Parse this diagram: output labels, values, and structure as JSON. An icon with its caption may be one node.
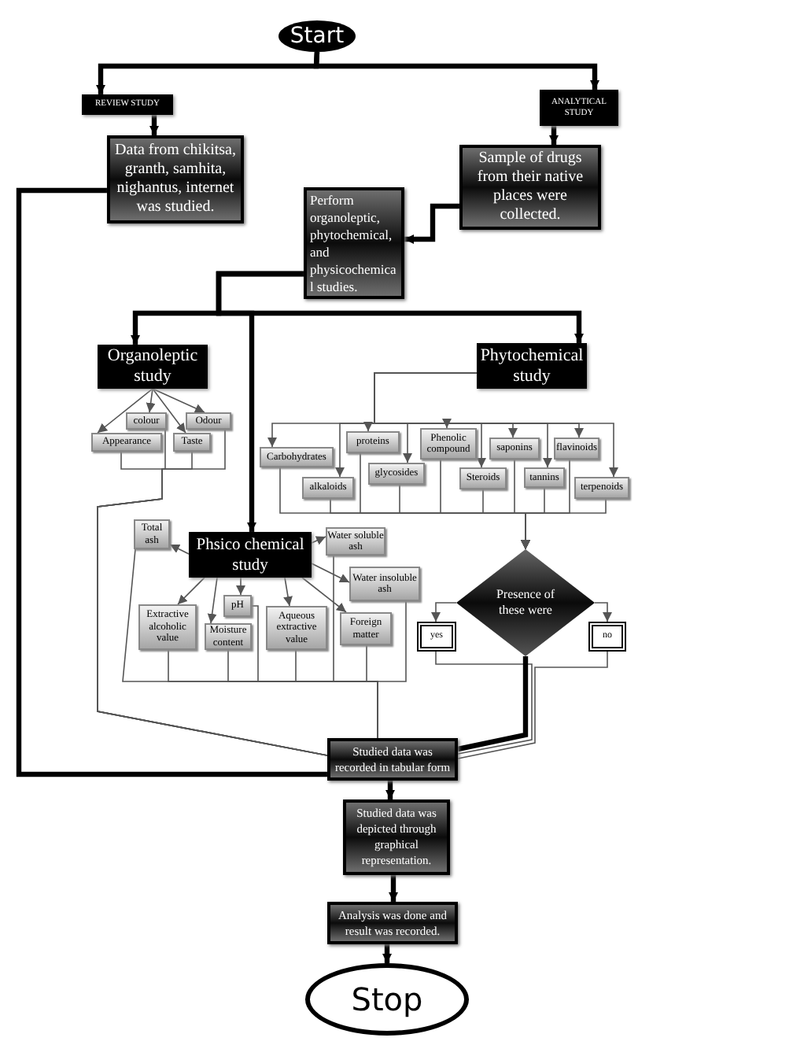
{
  "diagram": {
    "nodes": [
      {
        "text": [
          "Start"
        ]
      },
      {
        "text": [
          "REVIEW STUDY"
        ]
      },
      {
        "text": [
          "ANALYTICAL STUDY"
        ]
      },
      {
        "text": [
          "Data from chikitsa, granth, samhita, nighantus, internet was studied."
        ]
      },
      {
        "text": [
          "Sample of drugs from their native places were collected."
        ]
      },
      {
        "text": [
          "Perform organoleptic, phytochemical, and physicochemical studies."
        ]
      },
      {
        "text": [
          "Organoleptic study"
        ]
      },
      {
        "text": [
          "Phytochemical study"
        ]
      },
      {
        "text": [
          "colour"
        ]
      },
      {
        "text": [
          "Odour"
        ]
      },
      {
        "text": [
          "Appearance"
        ]
      },
      {
        "text": [
          "Taste"
        ]
      },
      {
        "text": [
          "Carbohydrates"
        ]
      },
      {
        "text": [
          "alkaloids"
        ]
      },
      {
        "text": [
          "proteins"
        ]
      },
      {
        "text": [
          "glycosides"
        ]
      },
      {
        "text": [
          "Phenolic compound"
        ]
      },
      {
        "text": [
          "Steroids"
        ]
      },
      {
        "text": [
          "saponins"
        ]
      },
      {
        "text": [
          "tannins"
        ]
      },
      {
        "text": [
          "flavinoids"
        ]
      },
      {
        "text": [
          "terpenoids"
        ]
      },
      {
        "text": [
          "Total ash"
        ]
      },
      {
        "text": [
          "Phsico chemical study"
        ]
      },
      {
        "text": [
          "Water soluble ash"
        ]
      },
      {
        "text": [
          "Water insoluble ash"
        ]
      },
      {
        "text": [
          "Extractive alcoholic value"
        ]
      },
      {
        "text": [
          "pH"
        ]
      },
      {
        "text": [
          "Moisture content"
        ]
      },
      {
        "text": [
          "Aqueous extractive value"
        ]
      },
      {
        "text": [
          "Foreign matter"
        ]
      },
      {
        "text": [
          "Presence of these were"
        ]
      },
      {
        "text": [
          "yes"
        ]
      },
      {
        "text": [
          "no"
        ]
      },
      {
        "text": [
          "Studied data was recorded in tabular form"
        ]
      },
      {
        "text": [
          "Studied data was depicted through graphical representation."
        ]
      },
      {
        "text": [
          "Analysis was done and result was recorded."
        ]
      },
      {
        "text": [
          "Stop"
        ]
      }
    ],
    "edges": [
      {
        "from": 0,
        "to": 1,
        "arrow": "to",
        "style": "thick"
      },
      {
        "from": 0,
        "to": 2,
        "arrow": "to",
        "style": "thick"
      },
      {
        "from": 1,
        "to": 3,
        "arrow": "to",
        "style": "thick"
      },
      {
        "from": 2,
        "to": 4,
        "arrow": "to",
        "style": "thick"
      },
      {
        "from": 4,
        "to": 5,
        "arrow": "to",
        "style": "thick"
      },
      {
        "from": 5,
        "to": 6,
        "arrow": "to",
        "style": "thick"
      },
      {
        "from": 5,
        "to": 7,
        "arrow": "to",
        "style": "thick"
      },
      {
        "from": 5,
        "to": 23,
        "arrow": "to",
        "style": "thick"
      },
      {
        "from": 6,
        "to": 8,
        "arrow": "to"
      },
      {
        "from": 6,
        "to": 9,
        "arrow": "to"
      },
      {
        "from": 6,
        "to": 10,
        "arrow": "to"
      },
      {
        "from": 6,
        "to": 11,
        "arrow": "to"
      },
      {
        "from": 7,
        "to": 12,
        "arrow": "to"
      },
      {
        "from": 7,
        "to": 13,
        "arrow": "to"
      },
      {
        "from": 7,
        "to": 14,
        "arrow": "to"
      },
      {
        "from": 7,
        "to": 15,
        "arrow": "to"
      },
      {
        "from": 7,
        "to": 16,
        "arrow": "to"
      },
      {
        "from": 7,
        "to": 17,
        "arrow": "to"
      },
      {
        "from": 7,
        "to": 18,
        "arrow": "to"
      },
      {
        "from": 7,
        "to": 19,
        "arrow": "to"
      },
      {
        "from": 7,
        "to": 20,
        "arrow": "to"
      },
      {
        "from": 7,
        "to": 21,
        "arrow": "to"
      },
      {
        "from": 12,
        "to": 31,
        "arrow": "to"
      },
      {
        "from": 13,
        "to": 31,
        "arrow": "to"
      },
      {
        "from": 14,
        "to": 31,
        "arrow": "to"
      },
      {
        "from": 15,
        "to": 31,
        "arrow": "to"
      },
      {
        "from": 16,
        "to": 31,
        "arrow": "to"
      },
      {
        "from": 17,
        "to": 31,
        "arrow": "to"
      },
      {
        "from": 18,
        "to": 31,
        "arrow": "to"
      },
      {
        "from": 19,
        "to": 31,
        "arrow": "to"
      },
      {
        "from": 20,
        "to": 31,
        "arrow": "to"
      },
      {
        "from": 21,
        "to": 31,
        "arrow": "to"
      },
      {
        "from": 23,
        "to": 22,
        "arrow": "to"
      },
      {
        "from": 23,
        "to": 24,
        "arrow": "to"
      },
      {
        "from": 23,
        "to": 25,
        "arrow": "to"
      },
      {
        "from": 23,
        "to": 26,
        "arrow": "to"
      },
      {
        "from": 23,
        "to": 27,
        "arrow": "to"
      },
      {
        "from": 23,
        "to": 28,
        "arrow": "to"
      },
      {
        "from": 23,
        "to": 29,
        "arrow": "to"
      },
      {
        "from": 23,
        "to": 30,
        "arrow": "to"
      },
      {
        "from": 8,
        "to": 34,
        "arrow": "none"
      },
      {
        "from": 9,
        "to": 34,
        "arrow": "none"
      },
      {
        "from": 10,
        "to": 34,
        "arrow": "none"
      },
      {
        "from": 11,
        "to": 34,
        "arrow": "none"
      },
      {
        "from": 22,
        "to": 34,
        "arrow": "none"
      },
      {
        "from": 24,
        "to": 34,
        "arrow": "none"
      },
      {
        "from": 25,
        "to": 34,
        "arrow": "none"
      },
      {
        "from": 26,
        "to": 34,
        "arrow": "none"
      },
      {
        "from": 27,
        "to": 34,
        "arrow": "none"
      },
      {
        "from": 28,
        "to": 34,
        "arrow": "none"
      },
      {
        "from": 29,
        "to": 34,
        "arrow": "none"
      },
      {
        "from": 30,
        "to": 34,
        "arrow": "none"
      },
      {
        "from": 31,
        "to": 32,
        "arrow": "to"
      },
      {
        "from": 31,
        "to": 33,
        "arrow": "to"
      },
      {
        "from": 32,
        "to": 34,
        "arrow": "none"
      },
      {
        "from": 33,
        "to": 34,
        "arrow": "none"
      },
      {
        "from": 31,
        "to": 34,
        "arrow": "none",
        "style": "thick"
      },
      {
        "from": 3,
        "to": 34,
        "arrow": "none",
        "style": "thick"
      },
      {
        "from": 34,
        "to": 35,
        "arrow": "to",
        "style": "thick"
      },
      {
        "from": 35,
        "to": 36,
        "arrow": "to",
        "style": "thick"
      },
      {
        "from": 36,
        "to": 37,
        "arrow": "to",
        "style": "thick"
      }
    ]
  }
}
